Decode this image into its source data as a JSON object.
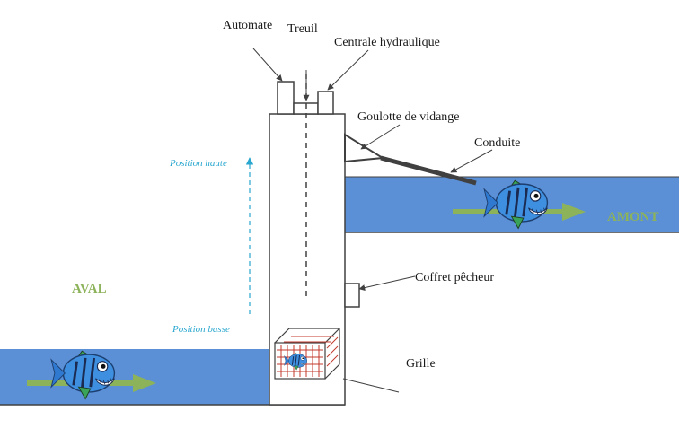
{
  "labels": {
    "automate": "Automate",
    "treuil": "Treuil",
    "centrale": "Centrale hydraulique",
    "goulotte": "Goulotte de vidange",
    "conduite": "Conduite",
    "coffret": "Coffret pêcheur",
    "grille": "Grille",
    "position_haute": "Position haute",
    "position_basse": "Position basse",
    "aval": "AVAL",
    "amont": "AMONT"
  },
  "colors": {
    "water": "#5b8fd6",
    "flow_arrow": "#8db35a",
    "position_arrow": "#2aa7cf",
    "structure": "#404040",
    "grille": "#c0392b",
    "side_label": "#8db35a"
  },
  "icons": [
    "fish-icon",
    "grille-cage"
  ]
}
